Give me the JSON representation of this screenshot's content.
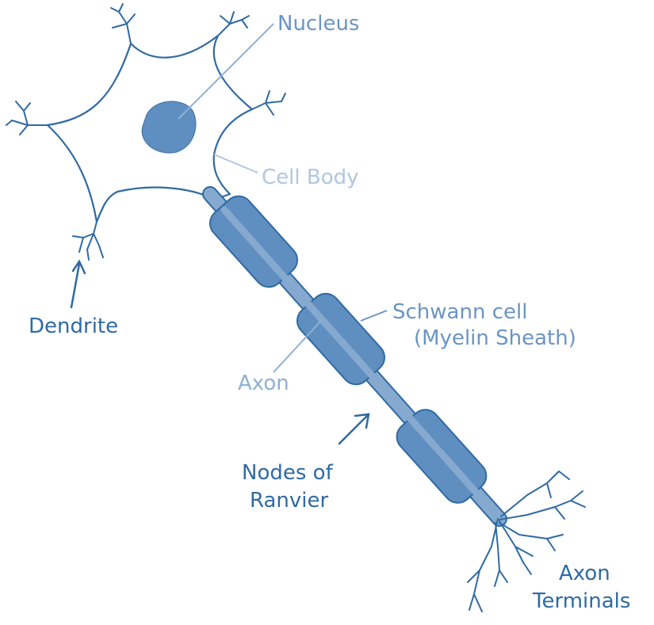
{
  "colors": {
    "outline": "#2f6aa3",
    "cell_body_fill": "#c3d6ea",
    "nucleus_fill": "#5e8fc0",
    "myelin_fill": "#5f8ec0",
    "axon_fill": "#86a9cf",
    "label_dark": "#2f6aa3",
    "label_mid": "#6b94c3",
    "label_light": "#b0c7df"
  },
  "labels": {
    "nucleus": "Nucleus",
    "cell_body": "Cell Body",
    "dendrite": "Dendrite",
    "schwann_cell": "Schwann cell",
    "myelin_sheath": "(Myelin Sheath)",
    "axon": "Axon",
    "nodes_line1": "Nodes of",
    "nodes_line2": "Ranvier",
    "terminals_line1": "Axon",
    "terminals_line2": "Terminals"
  }
}
